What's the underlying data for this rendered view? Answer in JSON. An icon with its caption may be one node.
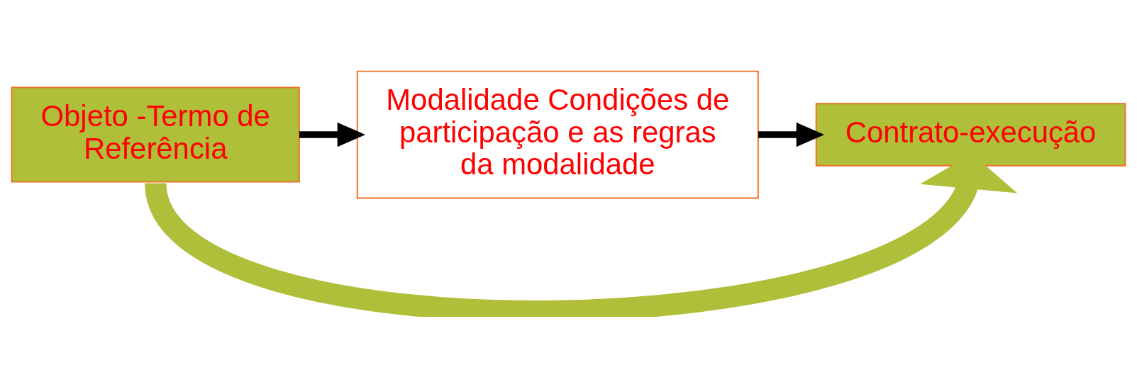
{
  "diagram": {
    "nodes": [
      {
        "text": [
          "Objeto -Termo de Referência"
        ]
      },
      {
        "text": [
          "Modalidade Condições de participação e as regras da modalidade"
        ]
      },
      {
        "text": [
          "Contrato-execução"
        ]
      }
    ],
    "edges": [
      {
        "from": 0,
        "to": 1,
        "arrow": "to"
      },
      {
        "from": 1,
        "to": 2,
        "arrow": "to"
      },
      {
        "from": 0,
        "to": 2,
        "arrow": "to",
        "style": "thick",
        "color": "#afbf3a"
      }
    ]
  }
}
